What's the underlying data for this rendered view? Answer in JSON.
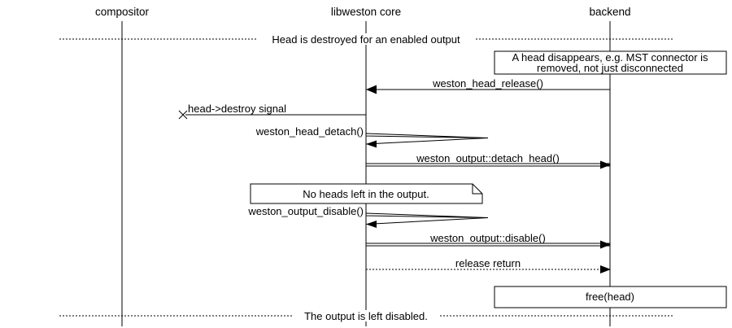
{
  "diagram": {
    "kind": "sequence-diagram",
    "colors": {
      "stroke": "#000000",
      "background": "#ffffff",
      "text": "#000000"
    },
    "entities": [
      {
        "label": "compositor"
      },
      {
        "label": "libweston core"
      },
      {
        "label": "backend"
      }
    ],
    "dividers": [
      {
        "label": "Head is destroyed for an enabled output"
      },
      {
        "label": "The output is left disabled."
      }
    ],
    "notes": [
      {
        "type": "box",
        "lines": [
          "A head disappears, e.g. MST connector is",
          "removed, not just disconnected"
        ]
      },
      {
        "type": "note",
        "lines": [
          "No heads left in the output."
        ]
      },
      {
        "type": "box",
        "lines": [
          "free(head)"
        ]
      }
    ],
    "messages": [
      {
        "label": "weston_head_release()",
        "from": "backend",
        "to": "libweston core",
        "kind": "call"
      },
      {
        "label": "head->destroy signal",
        "from": "libweston core",
        "to": "lost",
        "kind": "lost-message"
      },
      {
        "label": "weston_head_detach()",
        "from": "libweston core",
        "to": "libweston core",
        "kind": "self-call"
      },
      {
        "label": "weston_output::detach_head()",
        "from": "libweston core",
        "to": "backend",
        "kind": "emphasized-call"
      },
      {
        "label": "weston_output_disable()",
        "from": "libweston core",
        "to": "libweston core",
        "kind": "self-call"
      },
      {
        "label": "weston_output::disable()",
        "from": "libweston core",
        "to": "backend",
        "kind": "emphasized-call"
      },
      {
        "label": "release return",
        "from": "libweston core",
        "to": "backend",
        "kind": "return"
      }
    ]
  }
}
